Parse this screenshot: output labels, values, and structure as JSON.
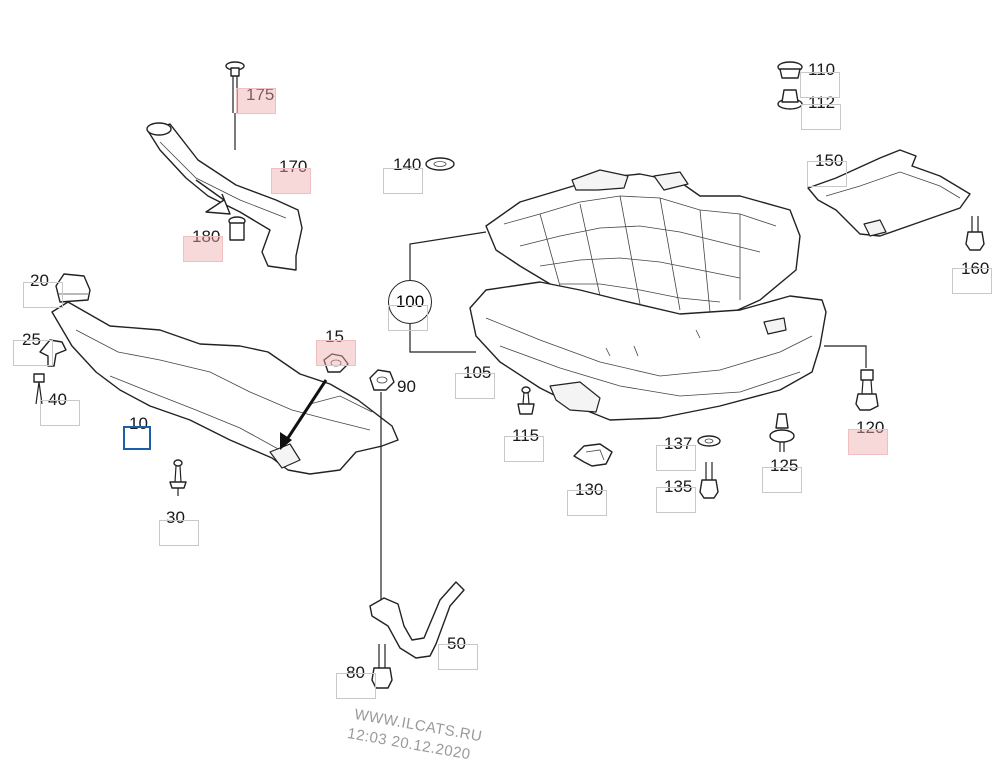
{
  "callouts": {
    "c175": "175",
    "c170": "170",
    "c180": "180",
    "c20": "20",
    "c25": "25",
    "c40": "40",
    "c10": "10",
    "c15": "15",
    "c90": "90",
    "c30": "30",
    "c50": "50",
    "c80": "80",
    "c140": "140",
    "c100": "100",
    "c105": "105",
    "c115": "115",
    "c130": "130",
    "c137": "137",
    "c135": "135",
    "c125": "125",
    "c120": "120",
    "c110": "110",
    "c112": "112",
    "c150": "150",
    "c160": "160"
  },
  "watermark": {
    "site": "WWW.ILCATS.RU",
    "timestamp": "12:03 20.12.2020"
  },
  "colors": {
    "highlight": "#f0aaaa",
    "selected": "#1b5fa8",
    "line": "#222222"
  }
}
